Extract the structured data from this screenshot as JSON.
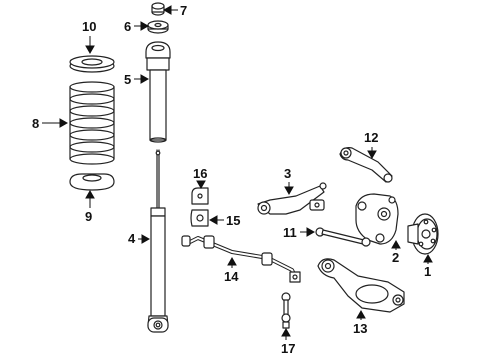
{
  "colors": {
    "line": "#222222",
    "label": "#111111",
    "background": "#ffffff"
  },
  "callouts": {
    "c1": "1",
    "c2": "2",
    "c3": "3",
    "c4": "4",
    "c5": "5",
    "c6": "6",
    "c7": "7",
    "c8": "8",
    "c9": "9",
    "c10": "10",
    "c11": "11",
    "c12": "12",
    "c13": "13",
    "c14": "14",
    "c15": "15",
    "c16": "16",
    "c17": "17"
  }
}
